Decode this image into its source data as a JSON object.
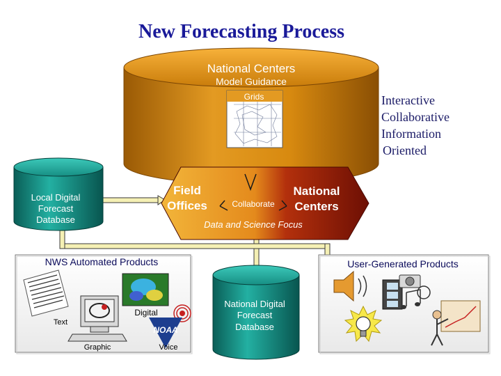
{
  "title": "New Forecasting Process",
  "bullets": [
    {
      "dash": "–",
      "text": "Interactive"
    },
    {
      "dash": "–",
      "text": "Collaborative"
    },
    {
      "dash": "–",
      "text": "Information"
    },
    {
      "dash": "",
      "text": "Oriented"
    }
  ],
  "national_centers_db": {
    "title": "National Centers",
    "subtitle": "Model Guidance",
    "grids_label": "Grids"
  },
  "field_offices": {
    "label_line1": "Field",
    "label_line2": "Offices",
    "collaborate": "Collaborate",
    "nc_line1": "National",
    "nc_line2": "Centers",
    "focus": "Data and Science Focus"
  },
  "local_db": {
    "line1": "Local Digital",
    "line2": "Forecast",
    "line3": "Database"
  },
  "nws_products": {
    "title": "NWS Automated Products",
    "text_label": "Text",
    "graphic_label": "Graphic",
    "digital_label": "Digital",
    "voice_label": "Voice",
    "noaa_logo": "NOAA"
  },
  "national_digital_db": {
    "line1": "National Digital",
    "line2": "Forecast",
    "line3": "Database"
  },
  "user_products": {
    "title": "User-Generated Products"
  },
  "colors": {
    "title": "#1a1a99",
    "cylinder_orange": "#d8880f",
    "cylinder_teal": "#1a9e92",
    "hex_orange": "#e8a020",
    "hex_red": "#8e1a08",
    "connector": "#f5f0b4"
  }
}
